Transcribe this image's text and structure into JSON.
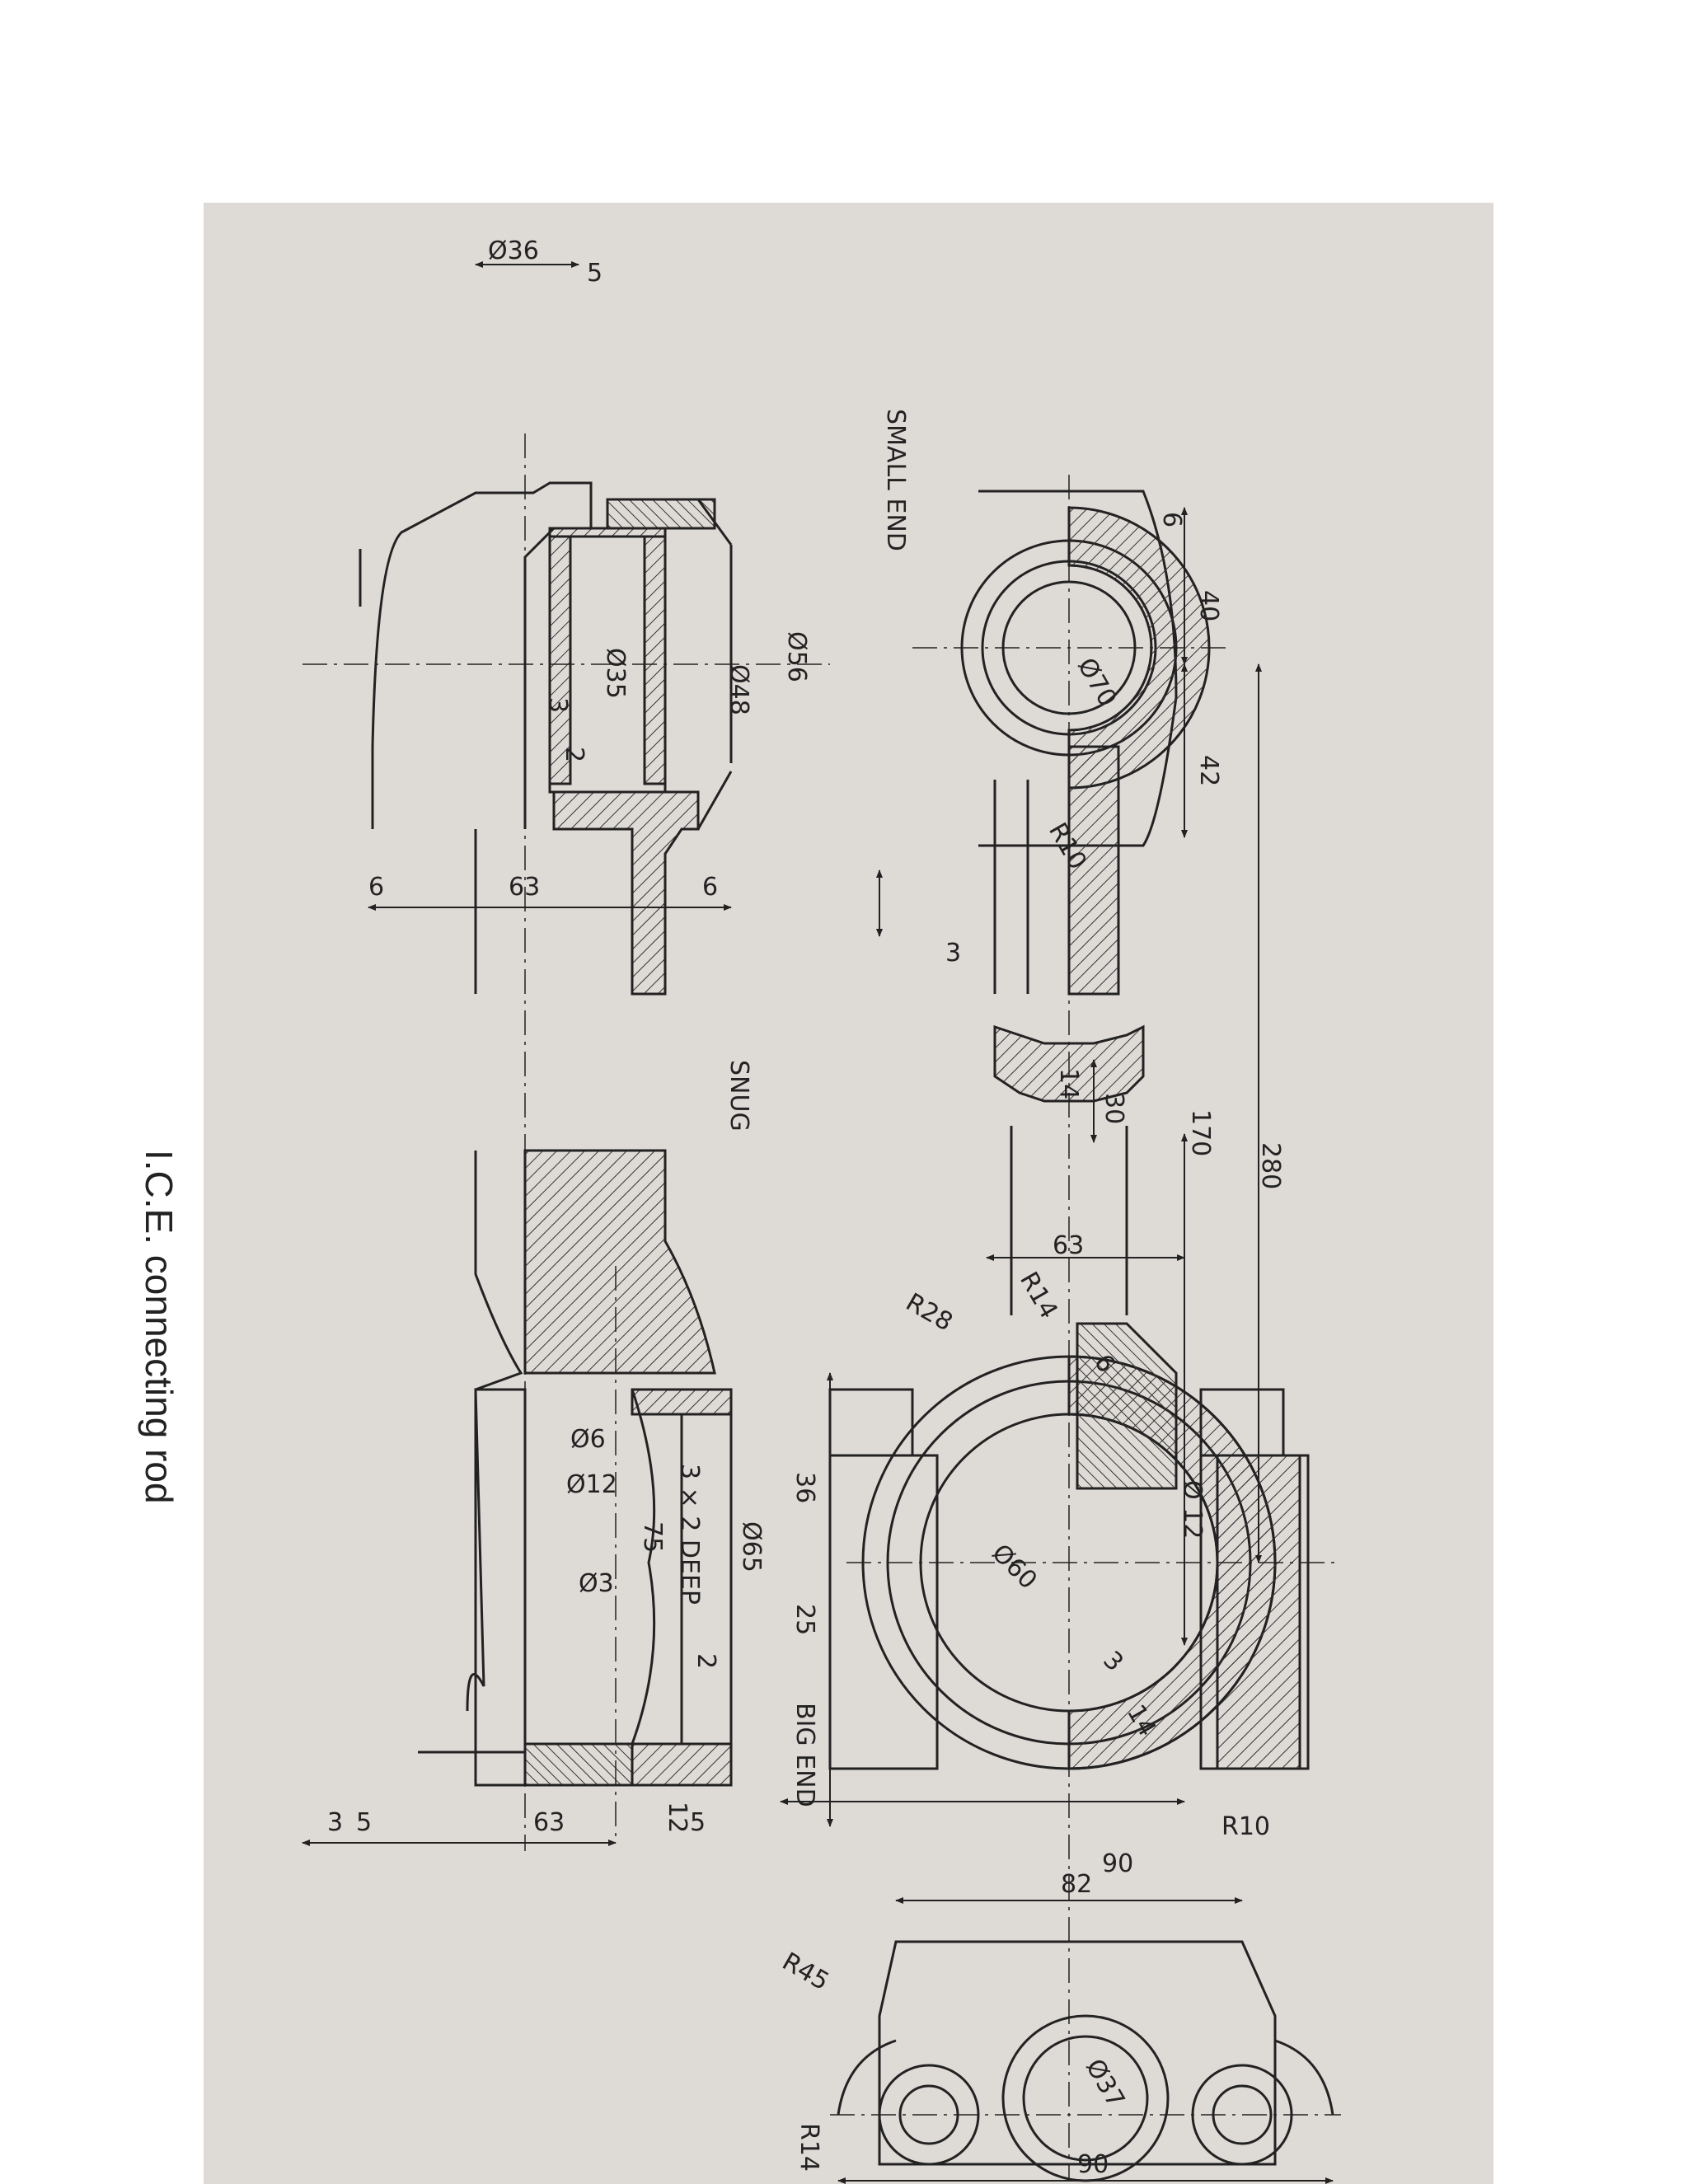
{
  "caption": "I.C.E. connecting rod",
  "labels": {
    "small_end": "SMALL END",
    "big_end": "BIG END",
    "snug": "SNUG",
    "snug_depth": "3 × 2 DEEP"
  },
  "dimensions": {
    "d36": "Ø36",
    "d5_top": "5",
    "d35": "Ø35",
    "d3_top": "3",
    "d2_top": "2",
    "d56": "Ø56",
    "d48": "Ø48",
    "d6_left": "6",
    "d63_top": "63",
    "d6_right": "6",
    "d6_small": "6",
    "d40": "40",
    "d70": "Ø70",
    "d42": "42",
    "r10_small": "R10",
    "d3_web": "3",
    "d14_web": "14",
    "d30": "30",
    "d170": "170",
    "d280": "280",
    "d63_big": "63",
    "r14_fillet": "R14",
    "r28": "R28",
    "d6_bolt": "6",
    "d12_bolt": "Ø 12",
    "d60": "Ø60",
    "d3_shell": "3",
    "d14_shell": "14",
    "r10_cap": "R10",
    "d90_big": "90",
    "d6_oil": "Ø6",
    "d12_oil": "Ø12",
    "d75": "75",
    "d3_oil": "Ø3",
    "d65": "Ø65",
    "d36_big": "36",
    "d25": "25",
    "d2_big": "2",
    "d12_big": "12",
    "d3_bottom": "3",
    "d5_bottom_left": "5",
    "d63_bottom": "63",
    "d5_bottom_right": "5",
    "d82": "82",
    "r45": "R45",
    "d37": "Ø37",
    "r14_cap": "R14",
    "d90_cap": "90"
  }
}
